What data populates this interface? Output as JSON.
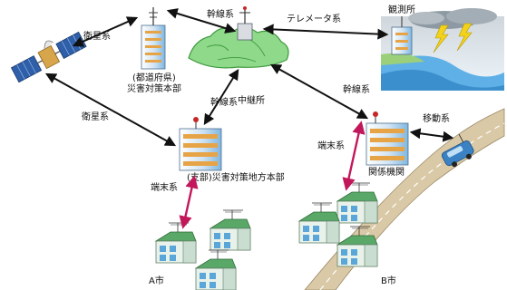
{
  "labels": {
    "eisei_top": "衛星系",
    "eisei_left": "衛星系",
    "kansen_top": "幹線系",
    "kansen_mid": "幹線系",
    "kansen_right": "幹線系",
    "telemeter": "テレメータ系",
    "kansokusho": "観測所",
    "prefecture_line1": "(都道府県)",
    "prefecture_line2": "災害対策本部",
    "chukeisho": "中継所",
    "idou": "移動系",
    "tanmatsu_left": "端末系",
    "tanmatsu_right": "端末系",
    "branch_office": "(支部)災害対策地方本部",
    "kankei_kikan": "関係機関",
    "city_a": "A市",
    "city_b": "B市"
  },
  "colors": {
    "black_arrow": "#111111",
    "terminal_arrow": "#c2185b",
    "mountain": "#8fd98a",
    "mountain_dark": "#3f9a3f",
    "road": "#d9c9a6",
    "water": "#5fb0e6",
    "sky": "#dfeef9",
    "lightning": "#f2d21b",
    "building_blue": "#7fb6e0",
    "house_wall": "#e8f2ea",
    "house_roof": "#5aa868",
    "car": "#3b82c4",
    "beacon": "#c62828"
  },
  "icons": [
    "satellite-icon",
    "prefecture-tower-icon",
    "relay-mountain-icon",
    "observation-station-icon",
    "branch-office-building-icon",
    "related-agency-building-icon",
    "vehicle-icon",
    "house-icon"
  ]
}
